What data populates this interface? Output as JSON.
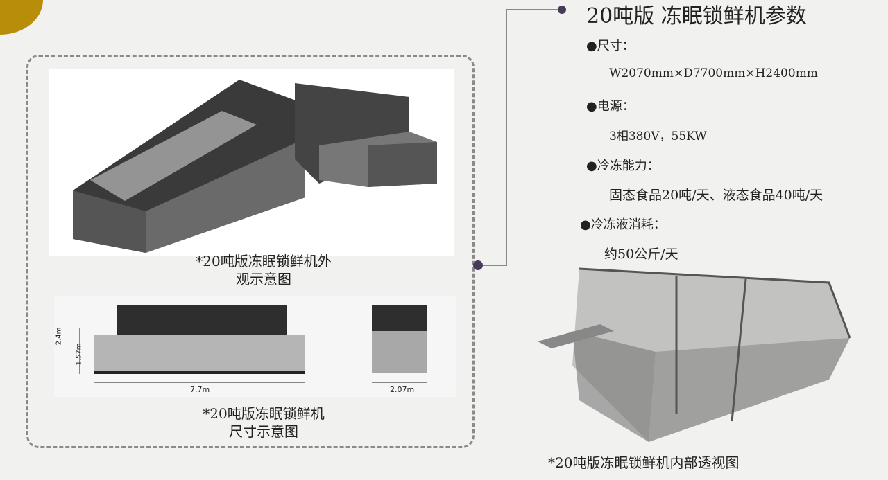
{
  "left": {
    "caption_exterior": [
      "*20吨版冻眠锁鲜机外",
      "观示意图"
    ],
    "caption_dimension": [
      "*20吨版冻眠锁鲜机",
      "尺寸示意图"
    ],
    "dim_labels": {
      "height_total": "2.4m",
      "height_body": "1.57m",
      "length": "7.7m",
      "width": "2.07m"
    }
  },
  "right": {
    "title": "20吨版 冻眠锁鲜机参数",
    "specs": [
      {
        "label": "●尺寸：",
        "value": "W2070mm×D7700mm×H2400mm"
      },
      {
        "label": "●电源：",
        "value": "3相380V，55KW"
      },
      {
        "label": "●冷冻能力：",
        "value": "固态食品20吨/天、液态食品40吨/天"
      },
      {
        "label": "●冷冻液消耗：",
        "value": "约50公斤/天"
      }
    ],
    "caption_interior": "*20吨版冻眠锁鲜机内部透视图"
  },
  "colors": {
    "gold": "#b88d0a",
    "connector_dot": "#4a3a5a"
  }
}
